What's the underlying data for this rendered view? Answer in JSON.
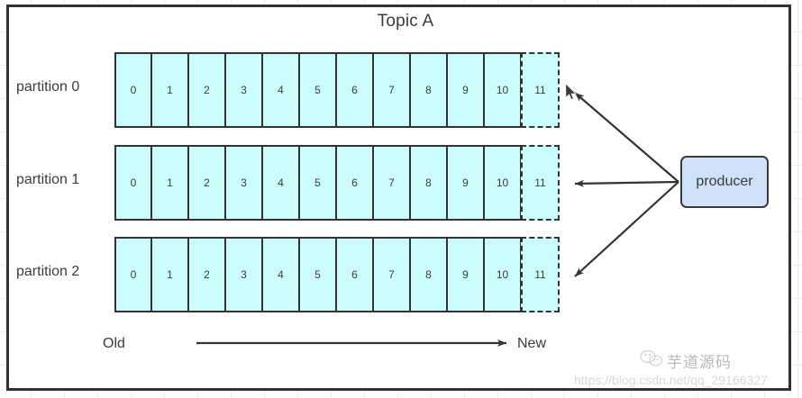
{
  "frame": {
    "title": "Topic A"
  },
  "partitions": [
    {
      "label": "partition 0",
      "offsets": [
        "0",
        "1",
        "2",
        "3",
        "4",
        "5",
        "6",
        "7",
        "8",
        "9",
        "10"
      ],
      "pending_offset": "11"
    },
    {
      "label": "partition 1",
      "offsets": [
        "0",
        "1",
        "2",
        "3",
        "4",
        "5",
        "6",
        "7",
        "8",
        "9",
        "10"
      ],
      "pending_offset": "11"
    },
    {
      "label": "partition 2",
      "offsets": [
        "0",
        "1",
        "2",
        "3",
        "4",
        "5",
        "6",
        "7",
        "8",
        "9",
        "10"
      ],
      "pending_offset": "11"
    }
  ],
  "producer": {
    "label": "producer"
  },
  "axis": {
    "old_label": "Old",
    "new_label": "New"
  },
  "watermark": {
    "brand": "芋道源码",
    "url": "https://blog.csdn.net/qq_29166327"
  },
  "colors": {
    "cell_fill": "#ccfdfd",
    "cell_stroke": "#333333",
    "producer_fill": "#cfe2f7",
    "producer_stroke": "#3a3a3a",
    "text": "#3b3b3b",
    "frame_stroke": "#333333"
  }
}
